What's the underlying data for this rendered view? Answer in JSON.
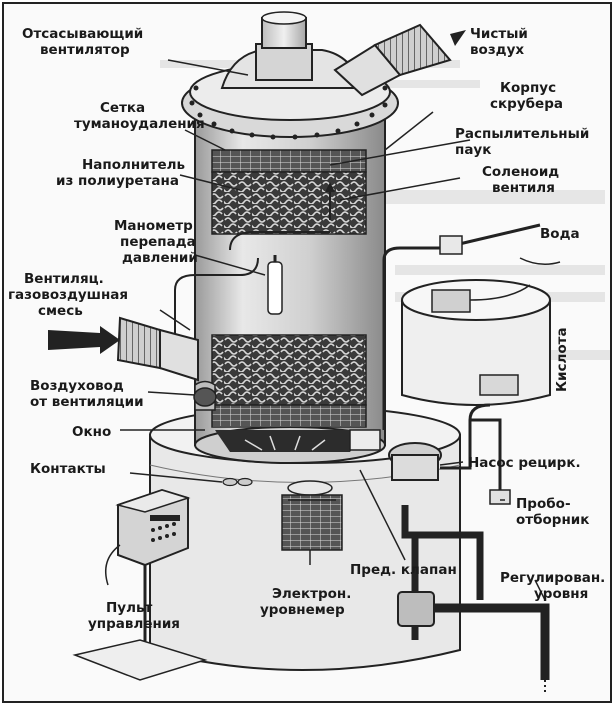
{
  "labels": {
    "exhaust_fan": [
      "Отсасывающий",
      "вентилятор"
    ],
    "clean_air": [
      "Чистый",
      "воздух"
    ],
    "mist_mesh": [
      "Сетка",
      "туманоудаления"
    ],
    "scrubber_body": [
      "Корпус",
      "скрубера"
    ],
    "spray_spider": [
      "Распылительный",
      "паук"
    ],
    "pu_filler": [
      "Наполнитель",
      "из полиуретана"
    ],
    "solenoid_valve": [
      "Соленоид",
      "вентиля"
    ],
    "water": "Вода",
    "pressure_gauge": [
      "Манометр",
      "перепада",
      "давлений"
    ],
    "vent_gas_mix": [
      "Вентиляц.",
      "газовоздушная",
      "смесь"
    ],
    "acid": "Кислота",
    "air_duct": [
      "Воздуховод",
      "от вентиляции"
    ],
    "window": "Окно",
    "recirc_pump": "Насос рецирк.",
    "contacts": "Контакты",
    "sampler": [
      "Пробо-",
      "отборник"
    ],
    "safety_valve": "Пред. клапан",
    "level_regulator": [
      "Регулирован.",
      "уровня"
    ],
    "electronic_level": [
      "Электрон.",
      "уровнемер"
    ],
    "control_panel": [
      "Пульт",
      "управления"
    ]
  }
}
